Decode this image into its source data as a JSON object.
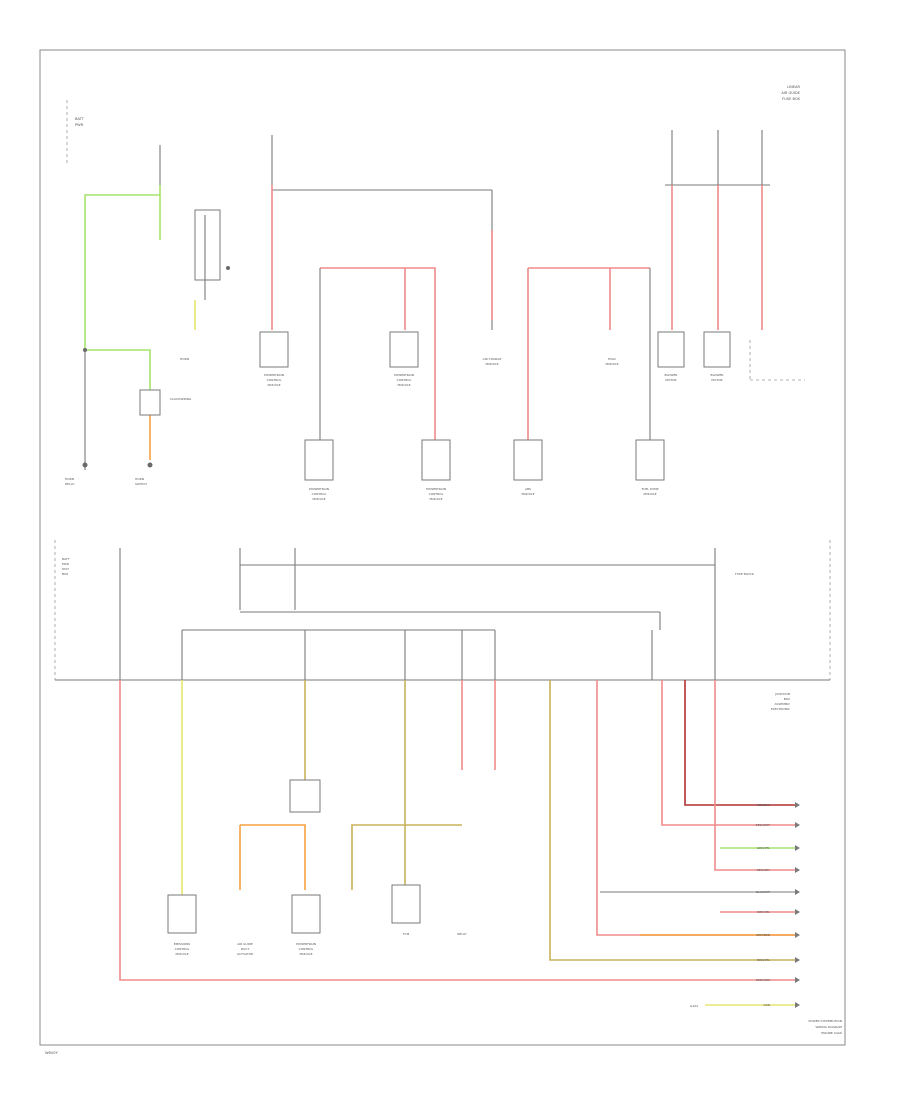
{
  "figure_code": "W6V0Y",
  "footer_caption": [
    "POWER DISTRIBUTION",
    "WIRING DIAGRAM",
    "ENGINE LOAD"
  ],
  "upper_right_module": [
    "LINEAR",
    "AIR GUIDE",
    "FUSE BOX"
  ],
  "mid_right_module": [
    "JUNCTION",
    "BOX",
    "ASSEMBLY",
    "ELECTRONIC"
  ],
  "left_module": [
    "BATT",
    "PWR",
    "DIST",
    "BOX"
  ],
  "ground_label": "G104",
  "right_box_label": "FUSE BLOCK",
  "components_top": [
    {
      "label": [
        "POWERTRAIN",
        "CONTROL",
        "MODULE"
      ]
    },
    {
      "label": [
        "POWERTRAIN",
        "CONTROL",
        "MODULE"
      ]
    },
    {
      "label": [
        "AIR CHARGE",
        "MODULE"
      ]
    },
    {
      "label": [
        "HVAC",
        "MODULE"
      ]
    },
    {
      "label": [
        "BLOWER",
        "MOTOR"
      ]
    }
  ],
  "components_mid": [
    {
      "label": [
        "POWERTRAIN",
        "CONTROL",
        "MODULE"
      ]
    },
    {
      "label": [
        "POWERTRAIN",
        "CONTROL",
        "MODULE"
      ]
    },
    {
      "label": [
        "ABS",
        "MODULE"
      ]
    },
    {
      "label": [
        "FUEL PUMP",
        "MODULE"
      ]
    }
  ],
  "components_bottom": [
    {
      "label": [
        "EMISSIONS",
        "CONTROL",
        "MODULE"
      ]
    },
    {
      "label": [
        "AIR GUIDE",
        "DUCT",
        "ACTUATOR"
      ]
    },
    {
      "label": [
        "POWERTRAIN",
        "CONTROL",
        "MODULE"
      ]
    },
    {
      "label": [
        "TCM"
      ]
    },
    {
      "label": [
        "RELAY"
      ]
    }
  ],
  "right_connectors": [
    {
      "label": "RED/BLK"
    },
    {
      "label": "RED/WHT"
    },
    {
      "label": "GRN/YEL"
    },
    {
      "label": "RED/GRY"
    },
    {
      "label": "BLU/WHT"
    },
    {
      "label": "RED/YEL"
    },
    {
      "label": "RED/BRN"
    },
    {
      "label": "BRN/YEL"
    },
    {
      "label": "RED/ORG"
    },
    {
      "label": "GRN"
    }
  ],
  "colors": {
    "red_wire": "#f08a8a",
    "dark_red_wire": "#b03030",
    "green_wire": "#a6e36b",
    "yellow_wire": "#e6e670",
    "orange_wire": "#f5a142",
    "tan_wire": "#c8b25a",
    "black_wire": "#7a7a7a"
  }
}
